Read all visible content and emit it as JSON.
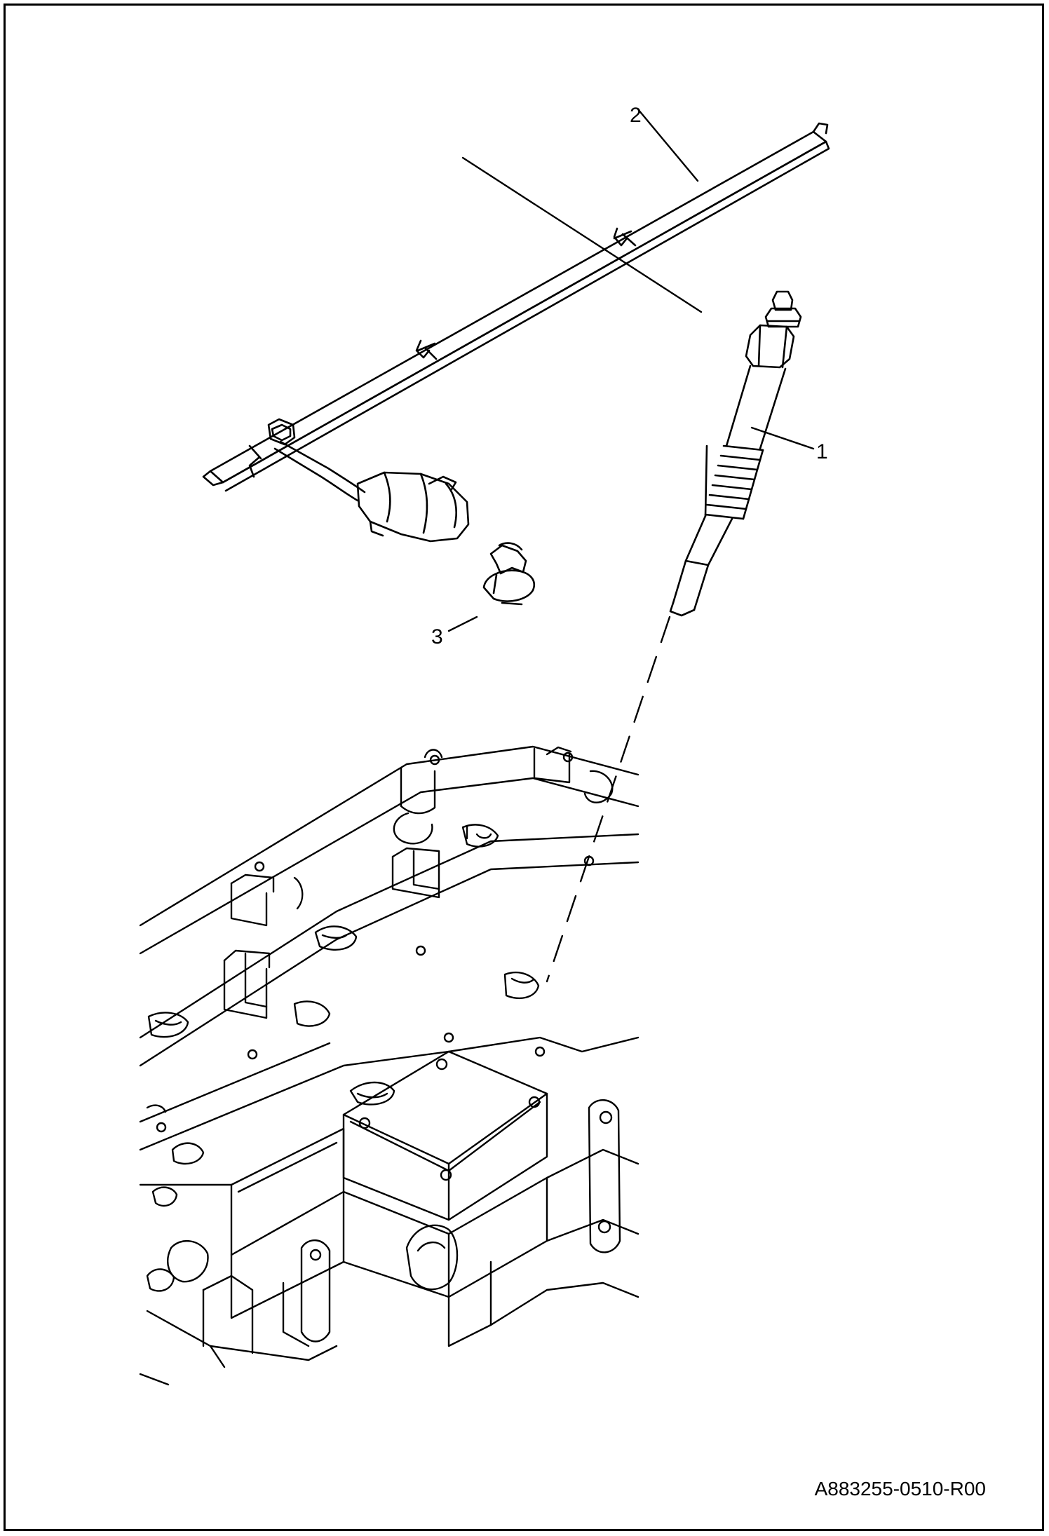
{
  "callouts": {
    "glow_plug": "1",
    "bus_bar": "2",
    "nut": "3"
  },
  "document_id": "A883255-0510-R00",
  "colors": {
    "line": "#000000",
    "background": "#ffffff"
  }
}
